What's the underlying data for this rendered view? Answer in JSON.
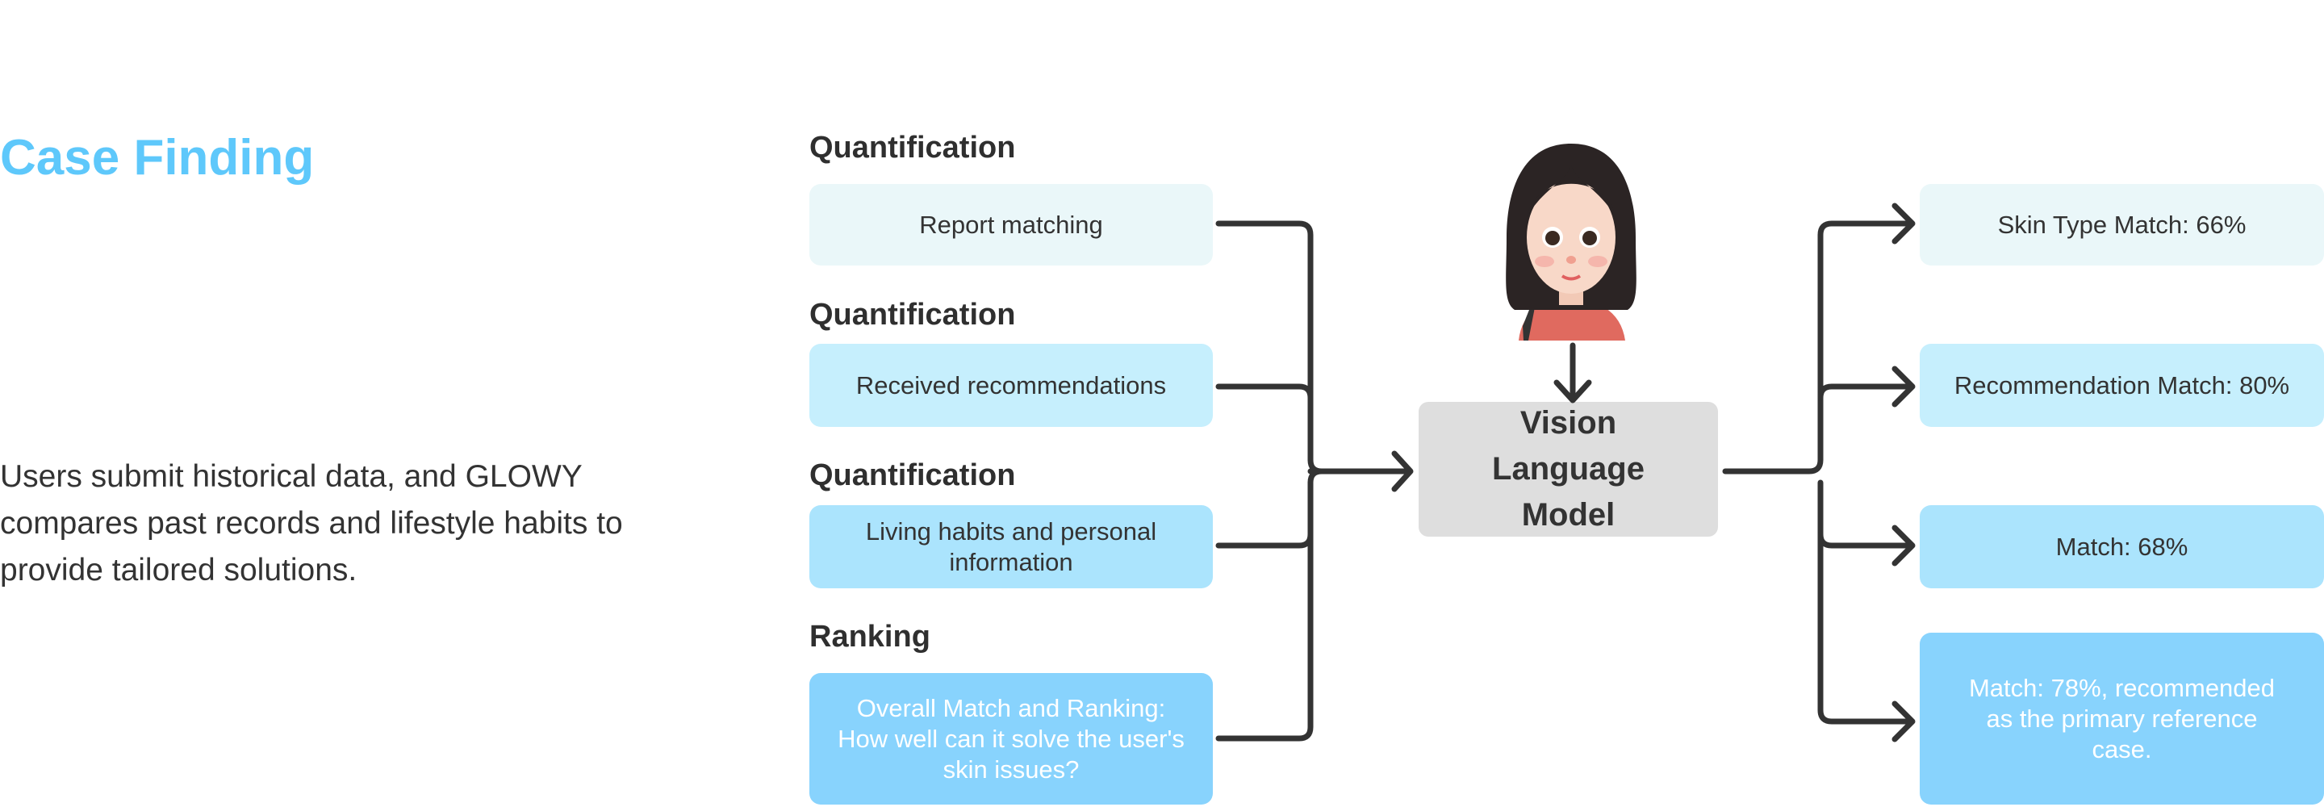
{
  "title": "Case Finding",
  "description": "Users submit historical data, and GLOWY compares past records and lifestyle habits to provide tailored solutions.",
  "inputs": [
    {
      "heading": "Quantification",
      "label": "Report matching"
    },
    {
      "heading": "Quantification",
      "label": "Received recommendations"
    },
    {
      "heading": "Quantification",
      "label": "Living habits and personal information"
    },
    {
      "heading": "Ranking",
      "label": "Overall Match and Ranking: How well can it solve the user's skin issues?"
    }
  ],
  "model": {
    "label": "Vision Language Model",
    "avatar_icon": "user-avatar-girl"
  },
  "outputs": [
    {
      "label": "Skin Type Match: 66%"
    },
    {
      "label": "Recommendation Match: 80%"
    },
    {
      "label": "Match: 68%"
    },
    {
      "label": "Match: 78%, recommended as the primary reference case."
    }
  ],
  "colors": {
    "title": "#5ec8fb",
    "box1": "#eaf7f9",
    "box2": "#c6effd",
    "box3": "#abe4fd",
    "box4": "#88d3fd",
    "model": "#dedede",
    "line": "#333333"
  }
}
